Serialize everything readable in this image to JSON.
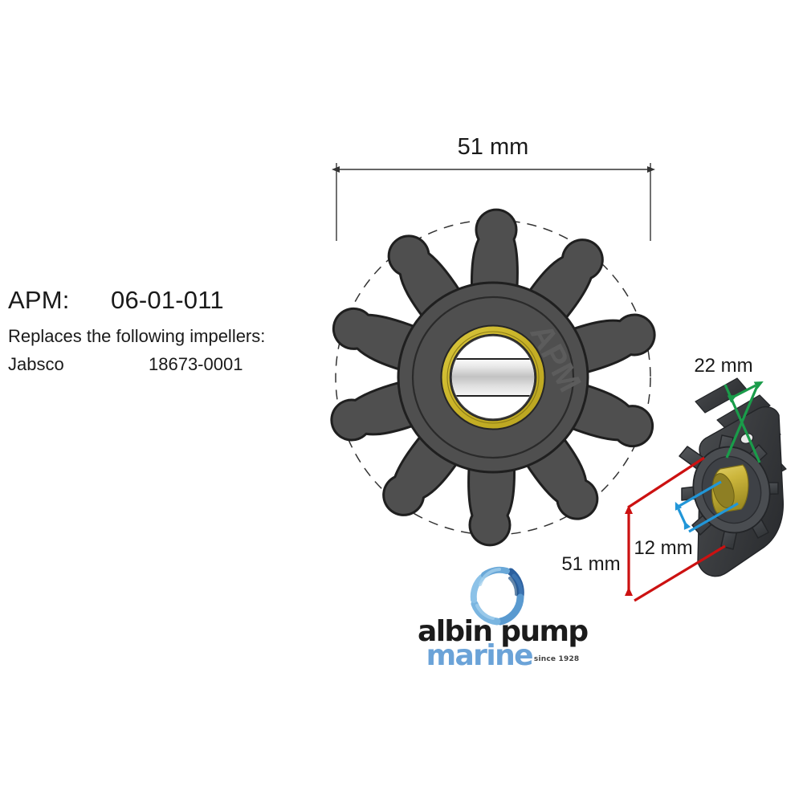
{
  "product": {
    "apm_label": "APM:",
    "apm_part_number": "06-01-011",
    "replaces_heading": "Replaces the following impellers:",
    "cross_reference": [
      {
        "brand": "Jabsco",
        "code": "18673-0001"
      }
    ]
  },
  "dimensions": {
    "outer_diameter": "51 mm",
    "height_3d": "22 mm",
    "outer_diameter_3d": "51 mm",
    "bore_diameter": "12 mm"
  },
  "drawing": {
    "watermark": "APM",
    "blade_count": 10,
    "colors": {
      "body_gray": "#4f4f4f",
      "body_outline": "#1f1f1f",
      "hub_ring_brass": "#cdbb2e",
      "hub_fill": "#ffffff",
      "shaft_metal_light": "#fdfdfd",
      "shaft_metal_mid": "#b9b9b9",
      "dashed_circle": "#333333",
      "dimension_line": "#333333",
      "dim_green": "#1a9c4a",
      "dim_red": "#cc1111",
      "dim_blue": "#2196d8",
      "model_dark": "#3a3c3f",
      "model_bore_brass": "#c9b43c"
    }
  },
  "logo": {
    "line1": "albin pump",
    "line2": "marine",
    "tagline": "since 1928",
    "swirl_color_dark": "#2b5f9e",
    "swirl_color_light": "#7ab5e0",
    "marine_color": "#6ba3d8",
    "text_color": "#1b1b1b"
  }
}
